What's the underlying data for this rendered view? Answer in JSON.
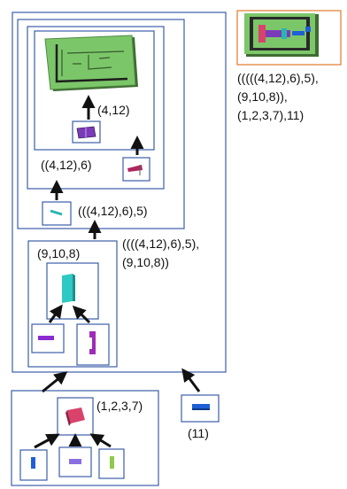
{
  "labels": {
    "part_4_12": "(4,12)",
    "part_4_12_6": "((4,12),6)",
    "part_4_12_6_5": "(((4,12),6),5)",
    "part_4_12_6_5_9_10_8_line1": "((((4,12),6),5),",
    "part_4_12_6_5_9_10_8_line2": "(9,10,8))",
    "part_9_10_8": "(9,10,8)",
    "part_1_2_3_7": "(1,2,3,7)",
    "part_11": "(11)",
    "final_line1": "(((((4,12),6),5),",
    "final_line2": "(9,10,8)),",
    "final_line3": "(1,2,3,7),11)"
  },
  "colors": {
    "frame": "#3b5da8",
    "final_frame": "#e07a2a",
    "arrow": "#111111",
    "board_green": "#7cc66a",
    "purple": "#7a3bb8",
    "magenta": "#b0245e",
    "teal": "#2ab5b0",
    "violet": "#8a2bb0",
    "pink": "#d9436b",
    "blue": "#1f5fd6",
    "lavender": "#8a6fe0",
    "lime": "#8fc84a"
  }
}
